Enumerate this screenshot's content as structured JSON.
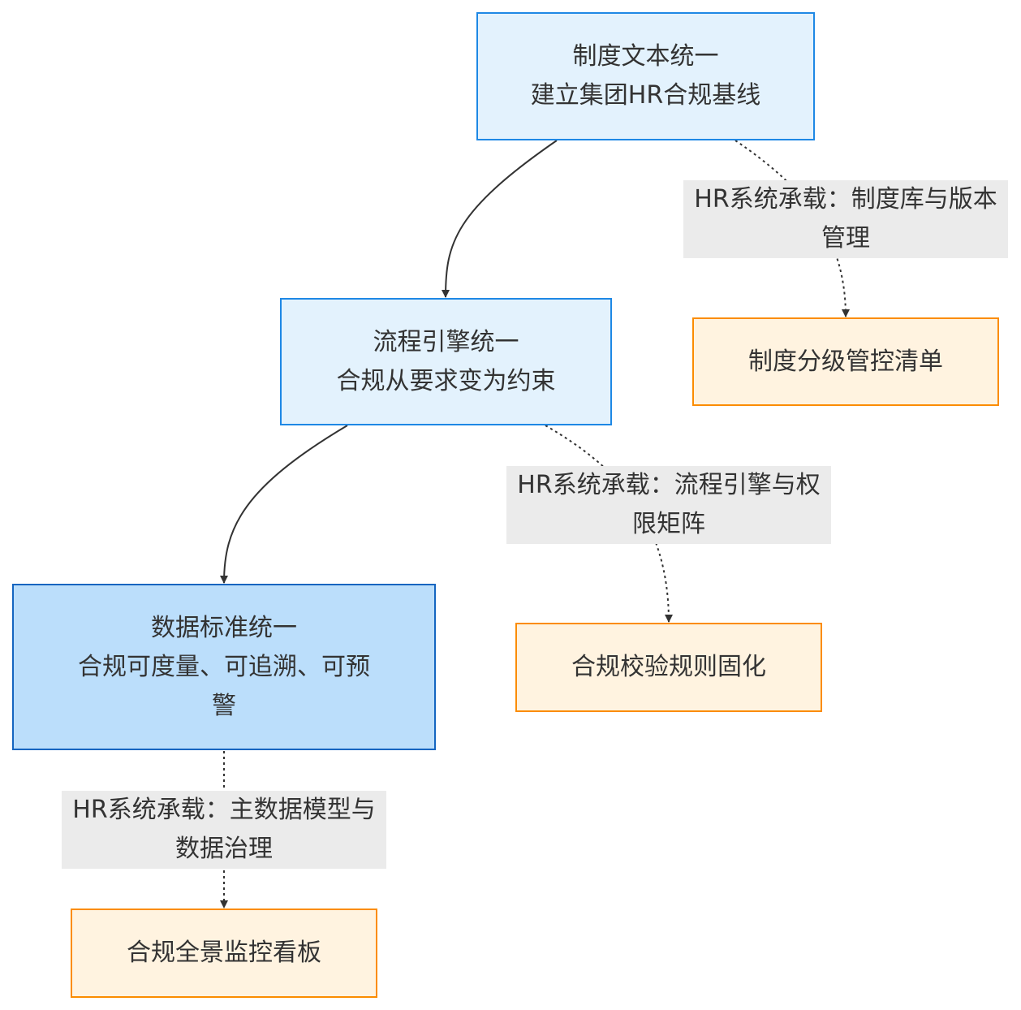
{
  "nodes": {
    "policy_text": {
      "line1": "制度文本统一",
      "line2": "建立集团HR合规基线"
    },
    "process_engine": {
      "line1": "流程引擎统一",
      "line2": "合规从要求变为约束"
    },
    "data_standard": {
      "line1": "数据标准统一",
      "line2": "合规可度量、可追溯、可预",
      "line3": "警"
    },
    "policy_list": {
      "line1": "制度分级管控清单"
    },
    "rule_solidify": {
      "line1": "合规校验规则固化"
    },
    "dashboard": {
      "line1": "合规全景监控看板"
    }
  },
  "edge_labels": {
    "policy_lib": {
      "line1": "HR系统承载：制度库与版本",
      "line2": "管理"
    },
    "process_matrix": {
      "line1": "HR系统承载：流程引擎与权",
      "line2": "限矩阵"
    },
    "master_data": {
      "line1": "HR系统承载：主数据模型与",
      "line2": "数据治理"
    }
  },
  "colors": {
    "primary_fill": "#e3f2fd",
    "primary_border": "#1e88e5",
    "highlight_fill": "#bbdefb",
    "output_fill": "#fff3e0",
    "output_border": "#fb8c00",
    "edge_label_bg": "#ebebeb",
    "edge": "#333333"
  }
}
